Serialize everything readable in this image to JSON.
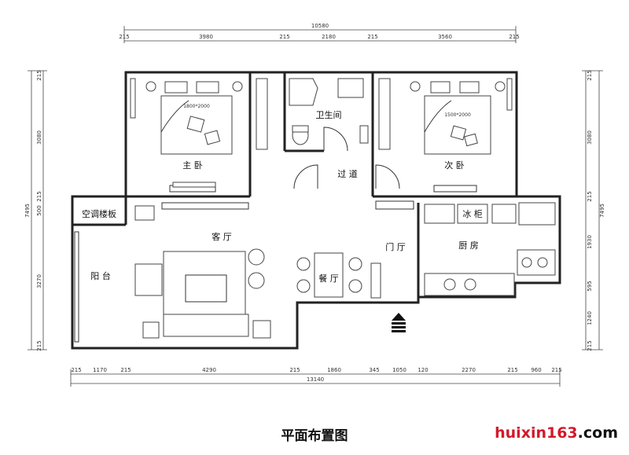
{
  "caption": "平面布置图",
  "watermark": {
    "main": "huixin163",
    "suffix": ".com"
  },
  "rooms": {
    "master_bedroom": "主 卧",
    "second_bedroom": "次 卧",
    "bathroom": "卫生间",
    "corridor": "过 道",
    "living_room": "客 厅",
    "balcony": "阳 台",
    "dining": "餐 厅",
    "entrance": "门 厅",
    "kitchen": "厨 房",
    "ac_board": "空调楼板",
    "fridge": "冰 柜"
  },
  "beds": {
    "master": "1800*2000",
    "second": "1500*2000"
  },
  "dims": {
    "top_total": "10580",
    "top_segments": [
      "215",
      "3980",
      "215",
      "2180",
      "215",
      "3560",
      "215"
    ],
    "bottom_total": "13140",
    "bottom_segments": [
      "215",
      "1170",
      "215",
      "4290",
      "215",
      "1860",
      "345",
      "1050",
      "120",
      "2270",
      "215",
      "960",
      "215"
    ],
    "left_total": "7495",
    "left_segments": [
      "215",
      "3080",
      "215",
      "500",
      "3270",
      "215"
    ],
    "right_total": "7495",
    "right_segments": [
      "215",
      "3080",
      "215",
      "1930",
      "595",
      "1240",
      "215"
    ]
  }
}
